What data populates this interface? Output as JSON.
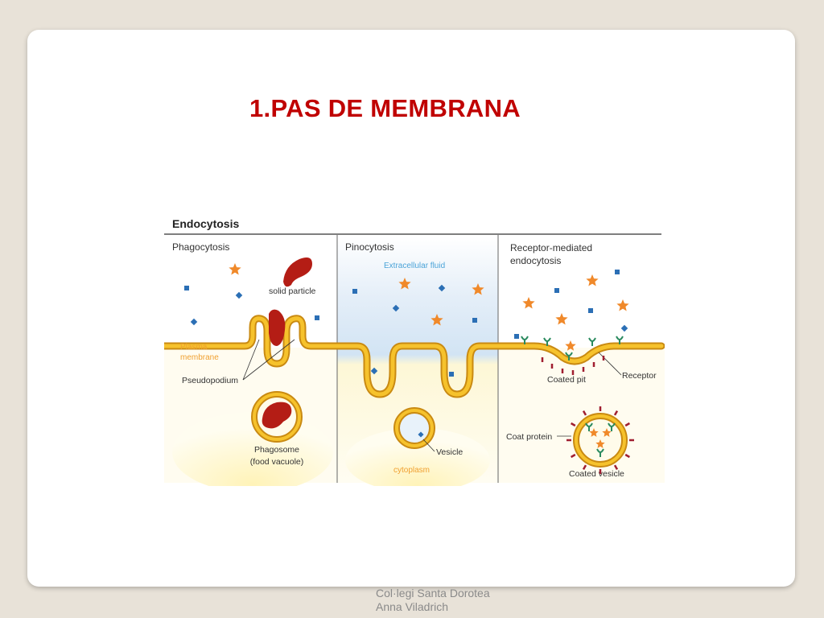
{
  "slide": {
    "title": "1.PAS DE MEMBRANA",
    "footer_line1": "Col·legi Santa Dorotea",
    "footer_line2": "Anna Viladrich"
  },
  "diagram": {
    "heading": "Endocytosis",
    "panels": {
      "phagocytosis": {
        "title": "Phagocytosis",
        "solid_particle": "solid particle",
        "plasma_line1": "Plasma",
        "plasma_line2": "membrane",
        "pseudopodium": "Pseudopodium",
        "phagosome_line1": "Phagosome",
        "phagosome_line2": "(food vacuole)"
      },
      "pinocytosis": {
        "title": "Pinocytosis",
        "extracellular": "Extracellular fluid",
        "vesicle": "Vesicle",
        "cytoplasm": "cytoplasm"
      },
      "receptor": {
        "title_line1": "Receptor-mediated",
        "title_line2": "endocytosis",
        "coated_pit": "Coated pit",
        "receptor": "Receptor",
        "coat_protein": "Coat protein",
        "coated_vesicle": "Coated vesicle"
      }
    },
    "colors": {
      "membrane_fill": "#f6c22c",
      "membrane_edge": "#c98a12",
      "particle": "#b41d15",
      "star": "#f0892a",
      "square": "#2b6fb5",
      "receptor": "#2a8a5e",
      "coat": "#a01e30",
      "label_orange": "#f0a030",
      "label_blue": "#4aa3d8"
    }
  }
}
